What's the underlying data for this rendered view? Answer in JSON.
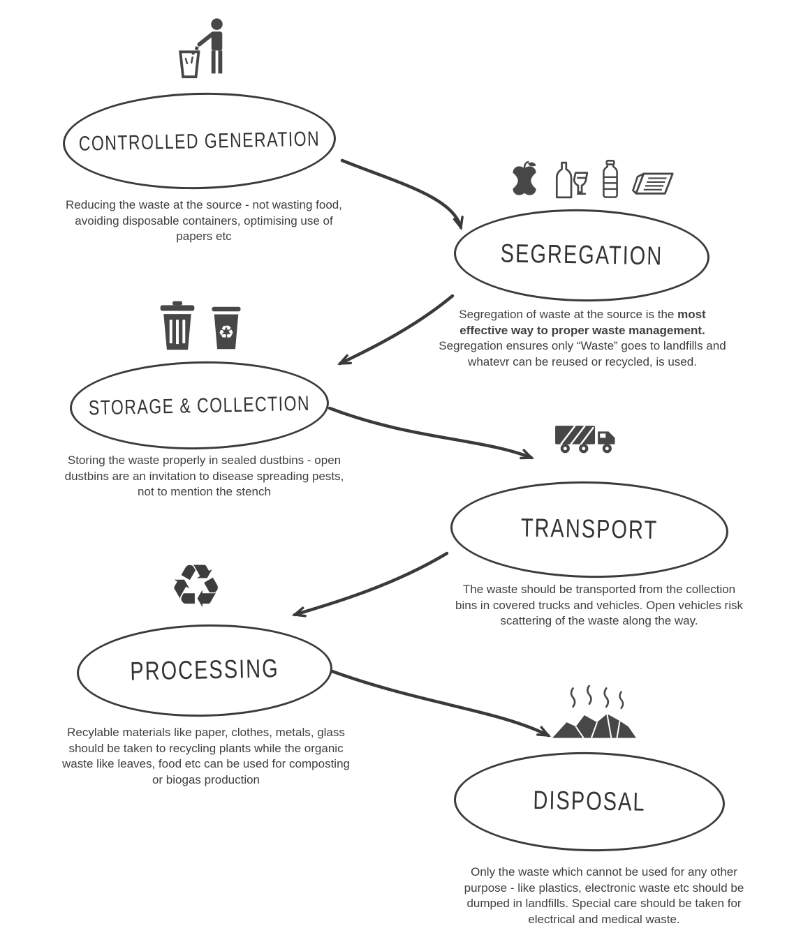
{
  "colors": {
    "ink": "#3a3a3a",
    "icon": "#474747",
    "background": "#ffffff"
  },
  "steps": [
    {
      "title": "Controlled Generation",
      "icon": "littering-person-icon",
      "description": "Reducing the waste at the source - not wasting food, avoiding disposable containers, optimising use of papers etc"
    },
    {
      "title": "Segregation",
      "icons": [
        "apple-core-icon",
        "wine-bottle-and-glass-icon",
        "water-bottle-icon",
        "newspaper-icon"
      ],
      "desc_pre": "Segregation of waste at the source is the ",
      "desc_bold": "most effective way to proper waste management.",
      "desc_post": " Segregation ensures only “Waste” goes to landfills and whatevr can be reused or recycled, is used."
    },
    {
      "title": "Storage & Collection",
      "icons": [
        "dustbin-icon",
        "recycle-bin-icon"
      ],
      "description": "Storing the waste properly in sealed dustbins - open dustbins are an invitation to disease spreading pests, not to mention the stench"
    },
    {
      "title": "Transport",
      "icon": "garbage-truck-icon",
      "description": "The waste should be transported from the collection bins in covered trucks and vehicles. Open vehicles risk scattering of the waste along the way."
    },
    {
      "title": "Processing",
      "icon": "recycling-symbol-icon",
      "glyph": "♻",
      "description": "Recylable materials like paper, clothes, metals, glass should be taken to recycling plants while the organic waste like leaves, food etc can be used for composting or biogas production"
    },
    {
      "title": "Disposal",
      "icon": "landfill-icon",
      "description": "Only the waste which cannot be used for any other purpose - like plastics, electronic waste etc should be dumped in landfills. Special care should be taken for electrical and medical waste."
    }
  ]
}
